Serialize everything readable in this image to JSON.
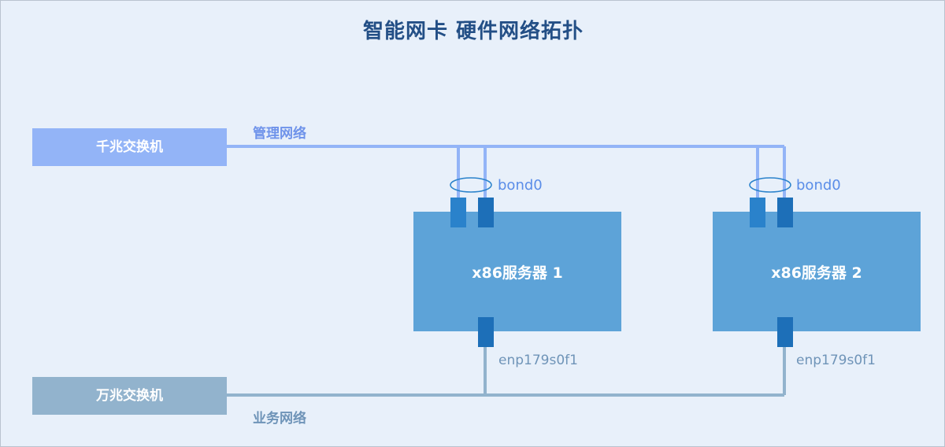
{
  "title": "智能网卡 硬件网络拓扑",
  "switches": {
    "gigabit": "千兆交换机",
    "ten_gigabit": "万兆交换机"
  },
  "networks": {
    "management": "管理网络",
    "business": "业务网络"
  },
  "servers": [
    {
      "name": "x86服务器 1",
      "bond": "bond0",
      "data_iface": "enp179s0f1"
    },
    {
      "name": "x86服务器 2",
      "bond": "bond0",
      "data_iface": "enp179s0f1"
    }
  ],
  "colors": {
    "background": "#e8f0fa",
    "title": "#234f86",
    "management_line": "#93b4f7",
    "business_line": "#92b3cd",
    "server": "#5da3d8",
    "port": "#2a82cb"
  }
}
